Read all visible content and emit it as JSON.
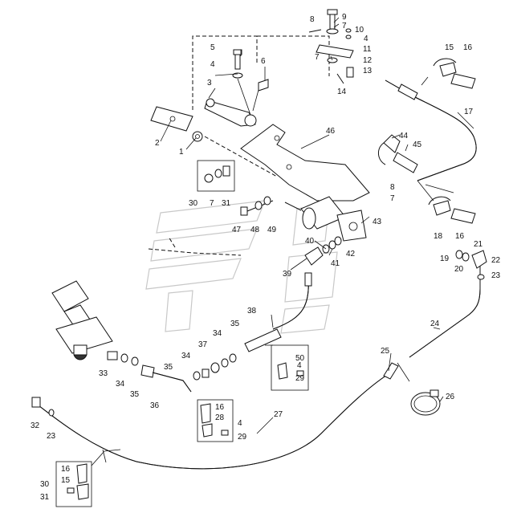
{
  "callouts": {
    "c1": "1",
    "c2": "2",
    "c3": "3",
    "c4a": "4",
    "c4b": "4",
    "c4c": "4",
    "c4d": "4",
    "c5": "5",
    "c6": "6",
    "c7a": "7",
    "c7b": "7",
    "c7c": "7",
    "c7d": "7",
    "c8a": "8",
    "c8b": "8",
    "c9": "9",
    "c10": "10",
    "c11": "11",
    "c12": "12",
    "c13": "13",
    "c14": "14",
    "c15a": "15",
    "c15b": "15",
    "c16a": "16",
    "c16b": "16",
    "c16c": "16",
    "c16d": "16",
    "c17": "17",
    "c18": "18",
    "c19": "19",
    "c20": "20",
    "c21": "21",
    "c22": "22",
    "c23a": "23",
    "c23b": "23",
    "c24": "24",
    "c25": "25",
    "c26": "26",
    "c27": "27",
    "c28": "28",
    "c29a": "29",
    "c29b": "29",
    "c30a": "30",
    "c30b": "30",
    "c31a": "31",
    "c31b": "31",
    "c32": "32",
    "c33": "33",
    "c34a": "34",
    "c34b": "34",
    "c34c": "34",
    "c35a": "35",
    "c35b": "35",
    "c35c": "35",
    "c36": "36",
    "c37": "37",
    "c38": "38",
    "c39": "39",
    "c40": "40",
    "c41": "41",
    "c42": "42",
    "c43": "43",
    "c44": "44",
    "c45": "45",
    "c46": "46",
    "c47": "47",
    "c48": "48",
    "c49": "49",
    "c50": "50"
  }
}
